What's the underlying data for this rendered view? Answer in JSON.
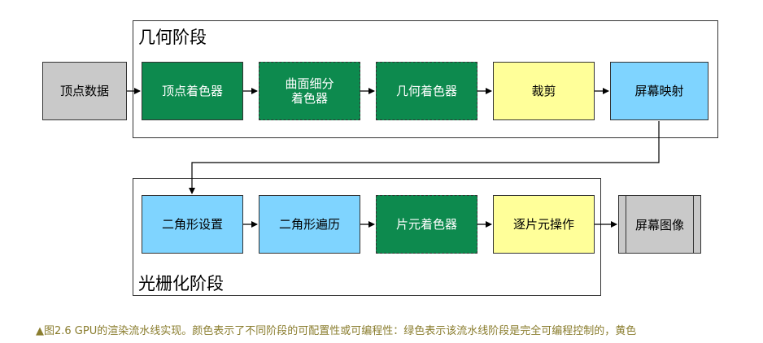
{
  "stages": {
    "geometry": {
      "title": "几何阶段"
    },
    "raster": {
      "title": "光栅化阶段"
    }
  },
  "input": {
    "label": "顶点数据"
  },
  "geometry_boxes": [
    {
      "label": "顶点着色器"
    },
    {
      "label": "曲面细分\n着色器"
    },
    {
      "label": "几何着色器"
    },
    {
      "label": "裁剪"
    },
    {
      "label": "屏幕映射"
    }
  ],
  "raster_boxes": [
    {
      "label": "二角形设置"
    },
    {
      "label": "二角形遍历"
    },
    {
      "label": "片元着色器"
    },
    {
      "label": "逐片元操作"
    }
  ],
  "output": {
    "label": "屏幕图像"
  },
  "caption": "▲图2.6 GPU的渲染流水线实现。颜色表示了不同阶段的可配置性或可编程性：绿色表示该流水线阶段是完全可编程控制的，黄色",
  "colors": {
    "programmable": "#0d8a4e",
    "configurable": "#ffff99",
    "fixed": "#7fd4ff",
    "data": "#c9c9c9"
  }
}
